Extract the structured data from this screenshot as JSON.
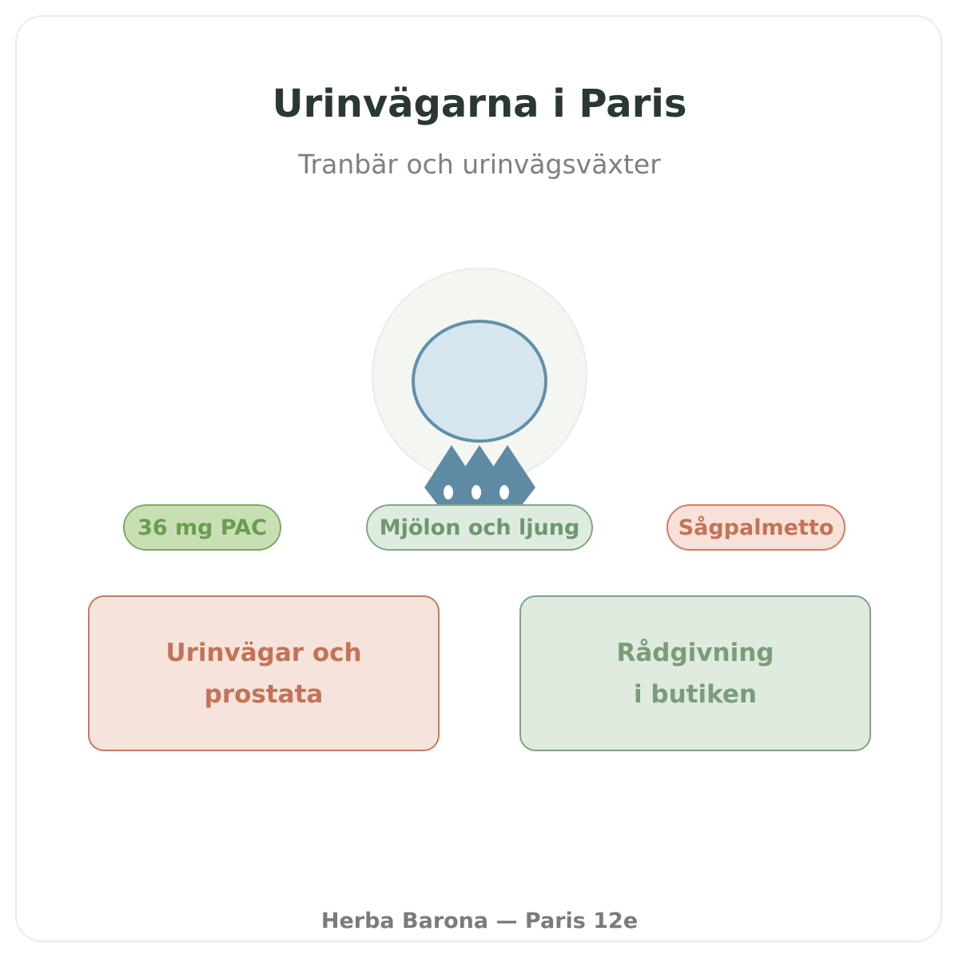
{
  "header": {
    "title": "Urinvägarna i Paris",
    "subtitle": "Tranbär och urinvägsväxter"
  },
  "illustration": {
    "icon": "bladder-with-drops-icon",
    "colors": {
      "halo_fill": "#f4f6f2",
      "halo_stroke": "#e8ece6",
      "bladder_fill": "#d6e6ee",
      "bladder_stroke": "#6090ab",
      "drops": "#5f8aa4"
    }
  },
  "pills": [
    {
      "label": "36 mg PAC",
      "color": "#6a9d50"
    },
    {
      "label": "Mjölon och ljung",
      "color": "#6d9770"
    },
    {
      "label": "Sågpalmetto",
      "color": "#c27358"
    }
  ],
  "boxes": [
    {
      "line1": "Urinvägar och",
      "line2": "prostata",
      "color": "#c27358"
    },
    {
      "line1": "Rådgivning",
      "line2": "i butiken",
      "color": "#7a9c7a"
    }
  ],
  "footer": {
    "text": "Herba Barona — Paris 12e"
  }
}
